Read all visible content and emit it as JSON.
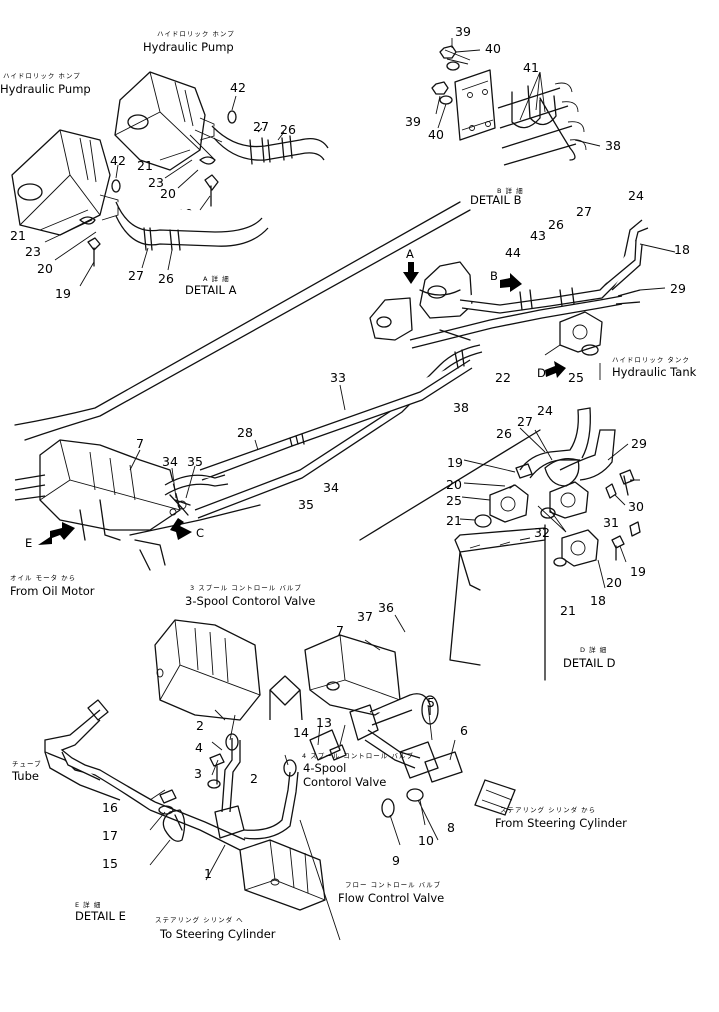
{
  "labels": {
    "hydraulic_pump_jp_1": "ハイドロリック ホンプ",
    "hydraulic_pump_1": "Hydraulic Pump",
    "hydraulic_pump_jp_2": "ハイドロリック ホンプ",
    "hydraulic_pump_2": "Hydraulic Pump",
    "detail_a_jp": "A 詳 細",
    "detail_a": "DETAIL A",
    "detail_b_jp": "B 詳 細",
    "detail_b": "DETAIL B",
    "detail_d_jp": "D 詳 細",
    "detail_d": "DETAIL D",
    "detail_e_jp": "E 詳 細",
    "detail_e": "DETAIL E",
    "hydraulic_tank_jp": "ハイドロリック タンク",
    "hydraulic_tank": "Hydraulic Tank",
    "from_oil_motor_jp": "オイル モータ から",
    "from_oil_motor": "From Oil Motor",
    "three_spool_jp": "3 スプール コントロール バルブ",
    "three_spool": "3-Spool Contorol Valve",
    "four_spool_jp": "4 スプール コントロール バルブ",
    "four_spool_1": "4-Spool",
    "four_spool_2": "Contorol Valve",
    "tube_jp": "チューブ",
    "tube": "Tube",
    "from_steering_jp": "ステアリング シリンダ から",
    "from_steering": "From Steering Cylinder",
    "flow_control_jp": "フロー コントロール バルブ",
    "flow_control": "Flow Control Valve",
    "to_steering_jp": "ステアリング シリンダ へ",
    "to_steering": "To Steering Cylinder",
    "view_a": "A",
    "view_b": "B",
    "view_c": "C",
    "view_d": "D",
    "view_e": "E"
  },
  "callouts": {
    "c1": "39",
    "c2": "40",
    "c3": "41",
    "c4": "39",
    "c5": "40",
    "c6": "38",
    "c7": "42",
    "c8": "27",
    "c9": "26",
    "c10": "21",
    "c11": "23",
    "c12": "20",
    "c13": "19",
    "c14": "42",
    "c15": "21",
    "c16": "23",
    "c17": "20",
    "c18": "19",
    "c19": "27",
    "c20": "26",
    "c21": "24",
    "c22": "18",
    "c23": "29",
    "c24": "26",
    "c25": "27",
    "c26": "43",
    "c27": "44",
    "c28": "22",
    "c29": "25",
    "c30": "38",
    "c31": "33",
    "c32": "24",
    "c33": "27",
    "c34": "26",
    "c35": "29",
    "c36": "7",
    "c37": "28",
    "c38": "34",
    "c39": "35",
    "c40": "35",
    "c41": "34",
    "c42": "19",
    "c43": "20",
    "c44": "25",
    "c45": "21",
    "c46": "32",
    "c47": "30",
    "c48": "31",
    "c49": "20",
    "c50": "19",
    "c51": "21",
    "c52": "18",
    "c53": "37",
    "c54": "36",
    "c55": "7",
    "c56": "5",
    "c57": "6",
    "c58": "2",
    "c59": "4",
    "c60": "3",
    "c61": "13",
    "c62": "14",
    "c63": "2",
    "c64": "16",
    "c65": "17",
    "c66": "15",
    "c67": "1",
    "c68": "10",
    "c69": "8",
    "c70": "9"
  }
}
